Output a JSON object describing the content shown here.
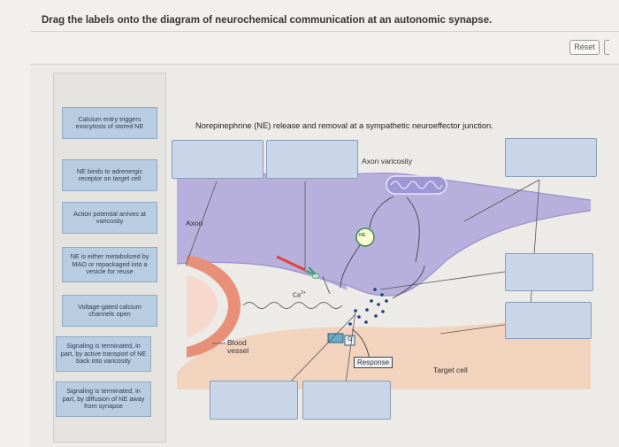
{
  "instruction": "Drag the labels onto the diagram of neurochemical communication at an autonomic synapse.",
  "reset_label": "Reset",
  "diagram": {
    "title": "Norepinephrine (NE) release and removal at a sympathetic neuroeffector junction.",
    "axon_varicosity": "Axon varicosity",
    "axon": "Axon",
    "ca": "Ca",
    "ca_sup": "2+",
    "blood_vessel_1": "Blood",
    "blood_vessel_2": "vessel",
    "ne": "NE",
    "g": "G",
    "response": "Response",
    "target_cell": "Target cell"
  },
  "labels": [
    {
      "text": "Calcium entry triggers exocytosis of stored NE"
    },
    {
      "text": "NE binds to adrenergic receptor on target cell"
    },
    {
      "text": "Action potential arrives at varicosity"
    },
    {
      "text": "NE is either metabolized by MAO or repackaged into a vesicle for reuse"
    },
    {
      "text": "Voltage-gated calcium channels open"
    },
    {
      "text": "Signaling is terminated, in part, by active transport of NE back into varicosity"
    },
    {
      "text": "Signaling is terminated, in part, by diffusion of NE away from synapse"
    }
  ],
  "colors": {
    "axon_fill": "#b7b0dd",
    "cell_fill": "#f2d3bd",
    "vessel": "#e88f78",
    "label_fill": "#b9cde2",
    "drop_fill": "#c9d5e8"
  }
}
